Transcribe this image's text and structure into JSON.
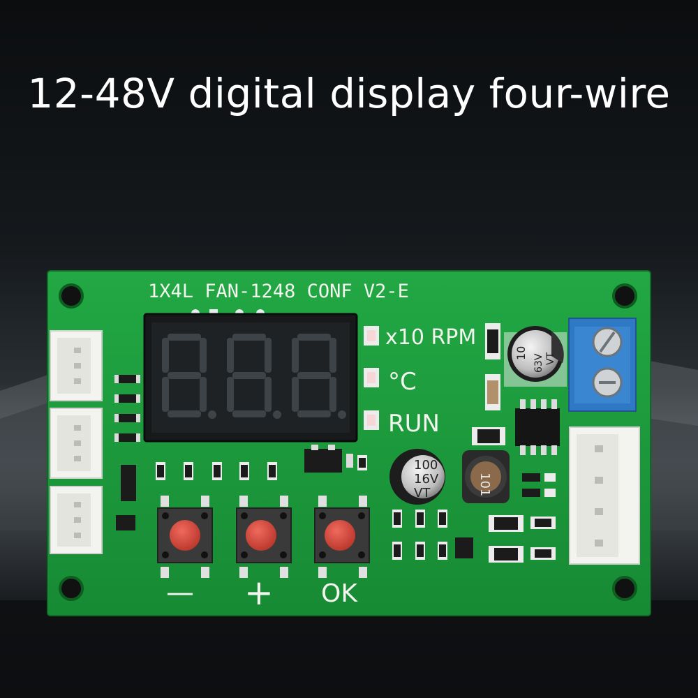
{
  "headline": "12-48V digital display four-wire",
  "board": {
    "label": "1X4L FAN-1248 CONF V2-E",
    "display_digits": [
      "8",
      "8",
      "8"
    ],
    "indicators": [
      {
        "label": "x10 RPM"
      },
      {
        "label": "°C"
      },
      {
        "label": "RUN"
      }
    ],
    "buttons": [
      {
        "label": "—"
      },
      {
        "label": "+"
      },
      {
        "label": "OK"
      }
    ],
    "capacitors": [
      {
        "line1": "10",
        "line2": "63V",
        "line3": "VT"
      },
      {
        "line1": "100",
        "line2": "16V",
        "line3": "VT"
      }
    ],
    "inductor_label": "101"
  },
  "colors": {
    "pcb": "#1d9a3c",
    "pcb_dark": "#137a2c",
    "terminal_block": "#2f78c4",
    "button_cap": "#d94a3e",
    "display_body": "#17191b"
  }
}
